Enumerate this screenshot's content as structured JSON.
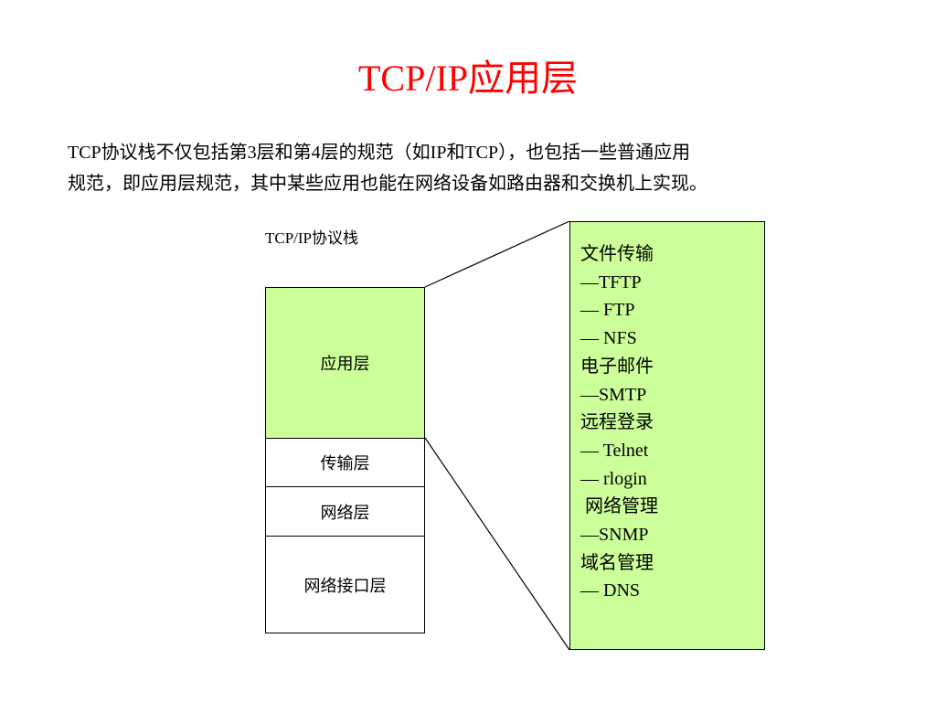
{
  "title": "TCP/IP应用层",
  "description": {
    "line1": "TCP协议栈不仅包括第3层和第4层的规范（如IP和TCP），也包括一些普通应用",
    "line2": "规范，即应用层规范，其中某些应用也能在网络设备如路由器和交换机上实现。"
  },
  "stack": {
    "label": "TCP/IP协议栈",
    "layers": [
      "应用层",
      "传输层",
      "网络层",
      "网络接口层"
    ]
  },
  "protocols": [
    "文件传输",
    "—TFTP",
    "— FTP",
    "— NFS",
    "电子邮件",
    "—SMTP",
    "远程登录",
    "— Telnet",
    "— rlogin",
    " 网络管理",
    "—SNMP",
    "域名管理",
    "— DNS"
  ],
  "colors": {
    "title": "#ff0000",
    "highlight_fill": "#ccff99"
  }
}
